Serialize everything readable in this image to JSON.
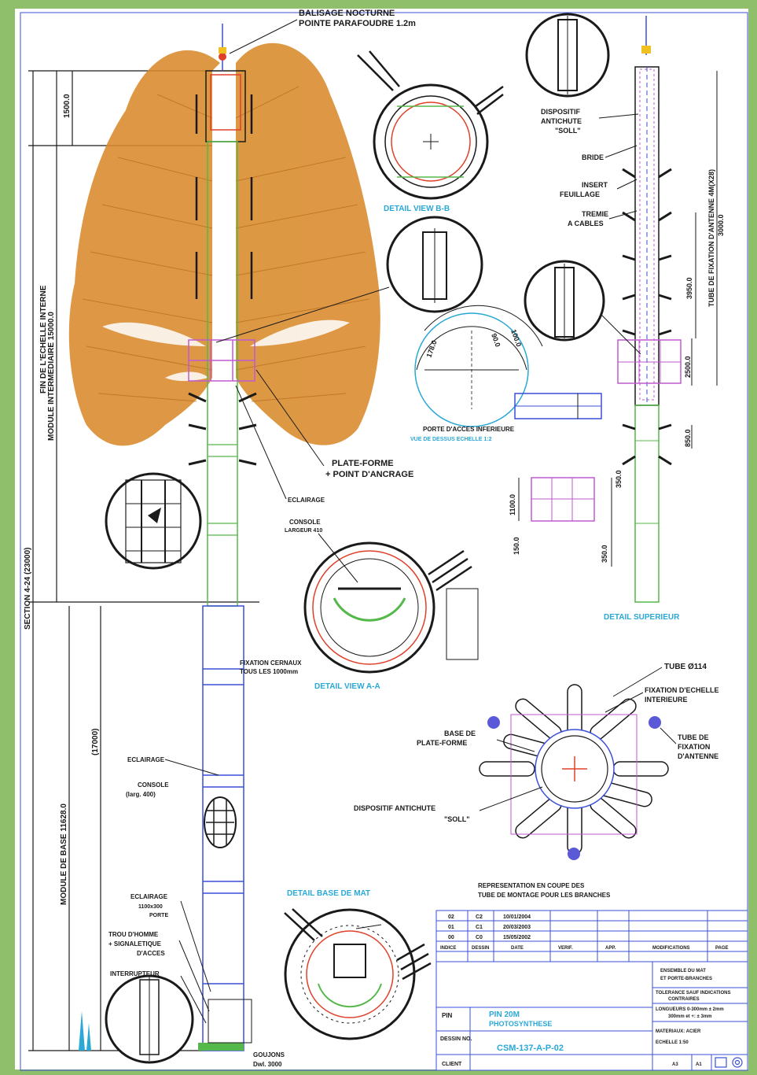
{
  "colors": {
    "frame": "#8fbf6a",
    "paper": "#ffffff",
    "ink": "#1a1a1a",
    "foliage": "#d98a2b",
    "blue": "#3a4fd8",
    "green": "#55b84a",
    "magenta": "#c05ad0",
    "cyan": "#2aa8d6",
    "red": "#e0402a"
  },
  "top_labels": {
    "balisage_1": "BALISAGE NOCTURNE",
    "balisage_2": "POINTE PARAFOUDRE 1.2m"
  },
  "left_dimensions": {
    "section": "SECTION 4-24 (23000)",
    "fin_echelle": "FIN DE L'ECHELLE INTERNE",
    "module_intermediaire": "MODULE INTERMEDIAIRE 15000.0",
    "dim_top": "1500.0",
    "dim_17000": "(17000)",
    "module_base": "MODULE DE BASE 11628.0"
  },
  "center_labels": {
    "plate_forme_1": "PLATE-FORME",
    "plate_forme_2": "+ POINT D'ANCRAGE",
    "eclairage": "ECLAIRAGE",
    "console_1": "CONSOLE",
    "console_2": "LARGEUR 410",
    "fixation_1": "FIXATION CERNAUX",
    "fixation_2": "TOUS LES 1000mm"
  },
  "lower_left_labels": {
    "eclairage": "ECLAIRAGE",
    "console_1": "CONSOLE",
    "console_2": "(larg. 400)",
    "eclairage2": "ECLAIRAGE",
    "porte_1": "1100x300",
    "porte_2": "PORTE",
    "trou_1": "TROU D'HOMME",
    "trou_2": "+ SIGNALETIQUE",
    "trou_3": "D'ACCES",
    "interrupteur": "INTERRUPTEUR",
    "goujons_1": "GOUJONS",
    "goujons_2": "Dwl. 3000"
  },
  "detail_titles": {
    "detail_b": "DETAIL VIEW B-B",
    "detail_a": "DETAIL VIEW A-A",
    "detail_base": "DETAIL BASE DE MAT",
    "detail_sup": "DETAIL SUPERIEUR",
    "porte_acces_1": "PORTE D'ACCES INFERIEURE",
    "porte_acces_2": "VUE DE DESSUS ECHELLE 1:2"
  },
  "right_labels": {
    "dispositif_1": "DISPOSITIF",
    "dispositif_2": "ANTICHUTE",
    "dispositif_3": "\"SOLL\"",
    "bride": "BRIDE",
    "insert_1": "INSERT",
    "insert_2": "FEUILLAGE",
    "tremie_1": "TREMIE",
    "tremie_2": "A CABLES",
    "tube_fix": "TUBE DE FIXATION D'ANTENNE 4M(X28)",
    "dim_3000": "3000.0",
    "dim_3950": "3950.0",
    "dim_2500": "2500.0",
    "dim_850": "850.0"
  },
  "porte_dims": {
    "d1": "178.0",
    "d2": "90.0",
    "d3": "100.0"
  },
  "small_dims": {
    "d_1100": "1100.0",
    "d_150": "150.0",
    "d_350a": "350.0",
    "d_350b": "350.0"
  },
  "section_labels": {
    "tube": "TUBE Ø114",
    "fixation_ech_1": "FIXATION D'ECHELLE",
    "fixation_ech_2": "INTERIEURE",
    "base_pf_1": "BASE DE",
    "base_pf_2": "PLATE-FORME",
    "tube_ant_1": "TUBE DE",
    "tube_ant_2": "FIXATION",
    "tube_ant_3": "D'ANTENNE",
    "dispositif": "DISPOSITIF ANTICHUTE",
    "soll": "\"SOLL\"",
    "caption_1": "REPRESENTATION EN COUPE DES",
    "caption_2": "TUBE DE MONTAGE POUR LES BRANCHES"
  },
  "title_block": {
    "rows": [
      [
        "02",
        "C2",
        "10/01/2004"
      ],
      [
        "01",
        "C1",
        "20/03/2003"
      ],
      [
        "00",
        "C0",
        "15/05/2002"
      ]
    ],
    "header": [
      "INDICE",
      "DESSIN",
      "DATE",
      "VERIF.",
      "APP.",
      "MODIFICATIONS",
      "PAGE"
    ],
    "pin_1": "PIN 20M",
    "pin_2": "PHOTOSYNTHESE",
    "drawing_no": "CSM-137-A-P-02",
    "lbl_pin": "PIN",
    "lbl_num": "DESSIN NO.",
    "lbl_client": "CLIENT",
    "right_1": "ENSEMBLE DU MAT",
    "right_2": "ET PORTE-BRANCHES",
    "right_3": "TOLERANCE SAUF INDICATIONS",
    "right_4": "CONTRAIRES",
    "right_5": "LONGUEURS 0-300mm ± 2mm",
    "right_6": "300mm et +: ± 3mm",
    "right_7": "MATERIAUX: ACIER",
    "right_8": "ECHELLE 1:50",
    "right_9": "A3",
    "right_10": "A1"
  }
}
